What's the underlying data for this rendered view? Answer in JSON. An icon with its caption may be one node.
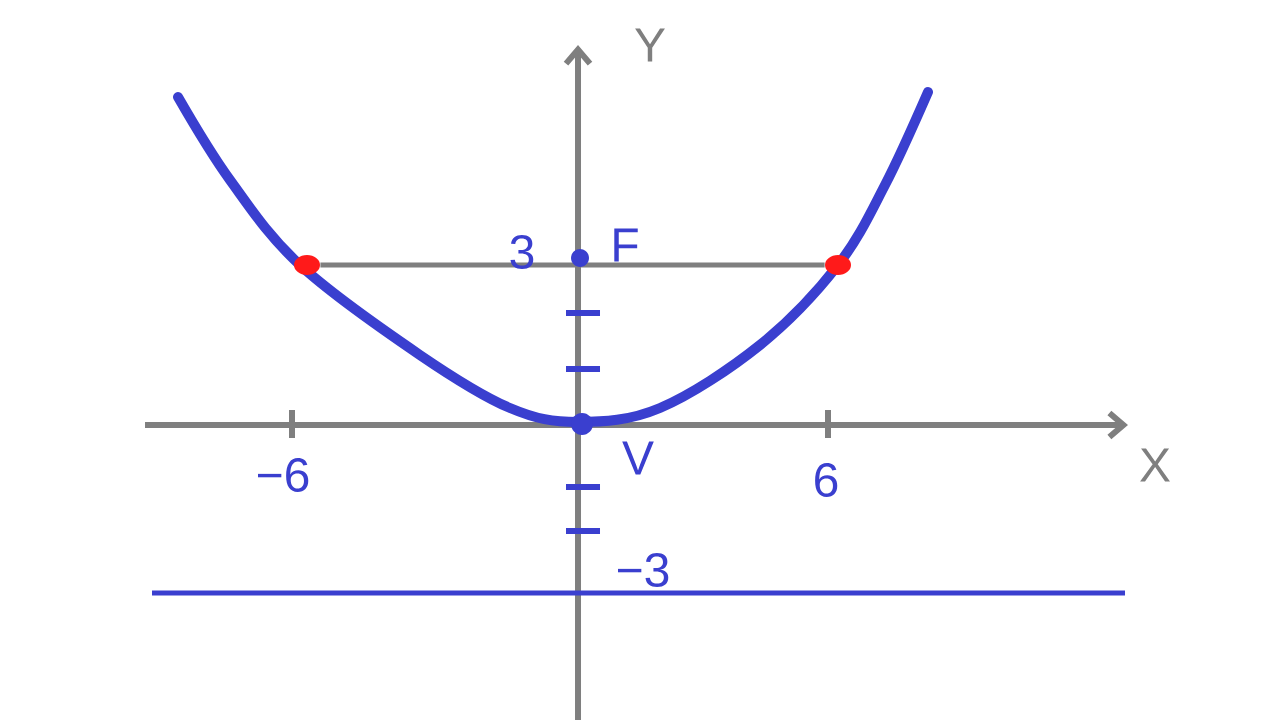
{
  "diagram": {
    "nodes": [
      {
        "text": [],
        "shape": "circle"
      },
      {
        "text": [],
        "shape": "circle"
      }
    ],
    "edges": [
      {
        "from": 0,
        "to": 1,
        "arrow": "none"
      }
    ],
    "labels": [
      "Y",
      "3",
      "F",
      "−6",
      "V",
      "6",
      "X",
      "−3"
    ]
  }
}
